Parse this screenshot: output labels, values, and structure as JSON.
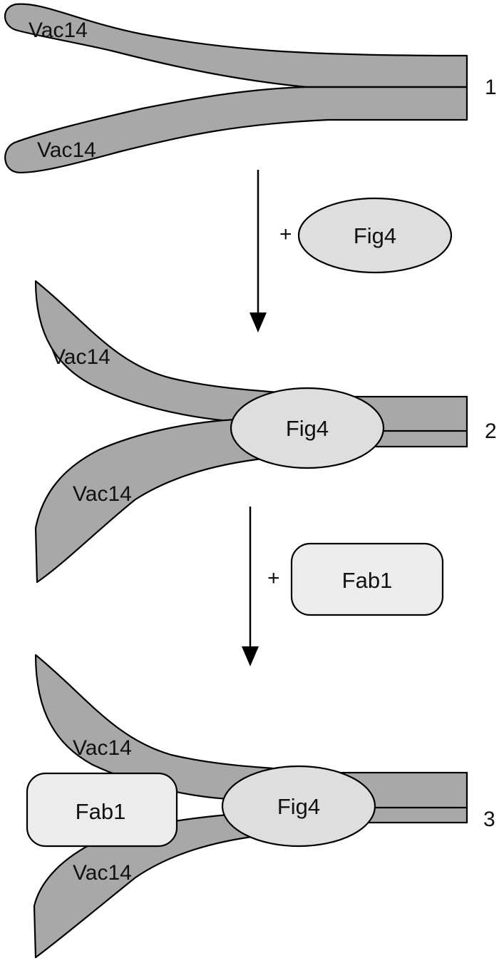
{
  "stages": [
    {
      "number": "1",
      "top_arm_label": "Vac14",
      "bottom_arm_label": "Vac14"
    },
    {
      "number": "2",
      "top_arm_label": "Vac14",
      "bottom_arm_label": "Vac14",
      "center_protein": "Fig4"
    },
    {
      "number": "3",
      "top_arm_label": "Vac14",
      "bottom_arm_label": "Vac14",
      "center_protein": "Fig4",
      "side_protein": "Fab1"
    }
  ],
  "steps": [
    {
      "plus": "+",
      "added_protein": "Fig4"
    },
    {
      "plus": "+",
      "added_protein": "Fab1"
    }
  ],
  "colors": {
    "vac14": "#a8a8a8",
    "fig4": "#dedede",
    "fab1": "#ececec",
    "outline": "#000000"
  }
}
